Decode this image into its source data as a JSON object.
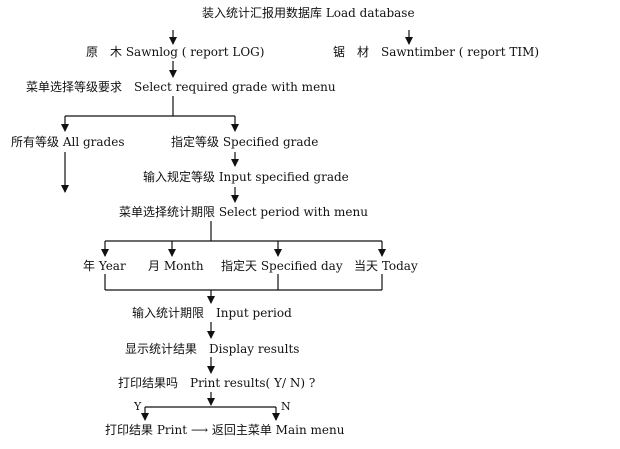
{
  "nodes": {
    "load": "装入统计汇报用数据库 Load database",
    "sawnlog": "原　木 Sawnlog ( report LOG)",
    "sawntimber": "锯　材　Sawntimber ( report TIM)",
    "select_grade": "菜单选择等级要求　Select required grade with menu",
    "all_grades": "所有等级 All grades",
    "specified_grade": "指定等级 Specified grade",
    "input_grade": "输入规定等级 Input specified grade",
    "select_period": "菜单选择统计期限 Select period with menu",
    "year": "年 Year",
    "month": "月 Month",
    "specified_day": "指定天 Specified day",
    "today": "当天 Today",
    "input_period": "输入统计期限　Input period",
    "display": "显示统计结果　Display results",
    "print_question": "打印结果吗　Print results( Y/ N) ?",
    "yes": "Y",
    "no": "N",
    "final": "打印结果 Print ⟶ 返回主菜单 Main menu"
  }
}
